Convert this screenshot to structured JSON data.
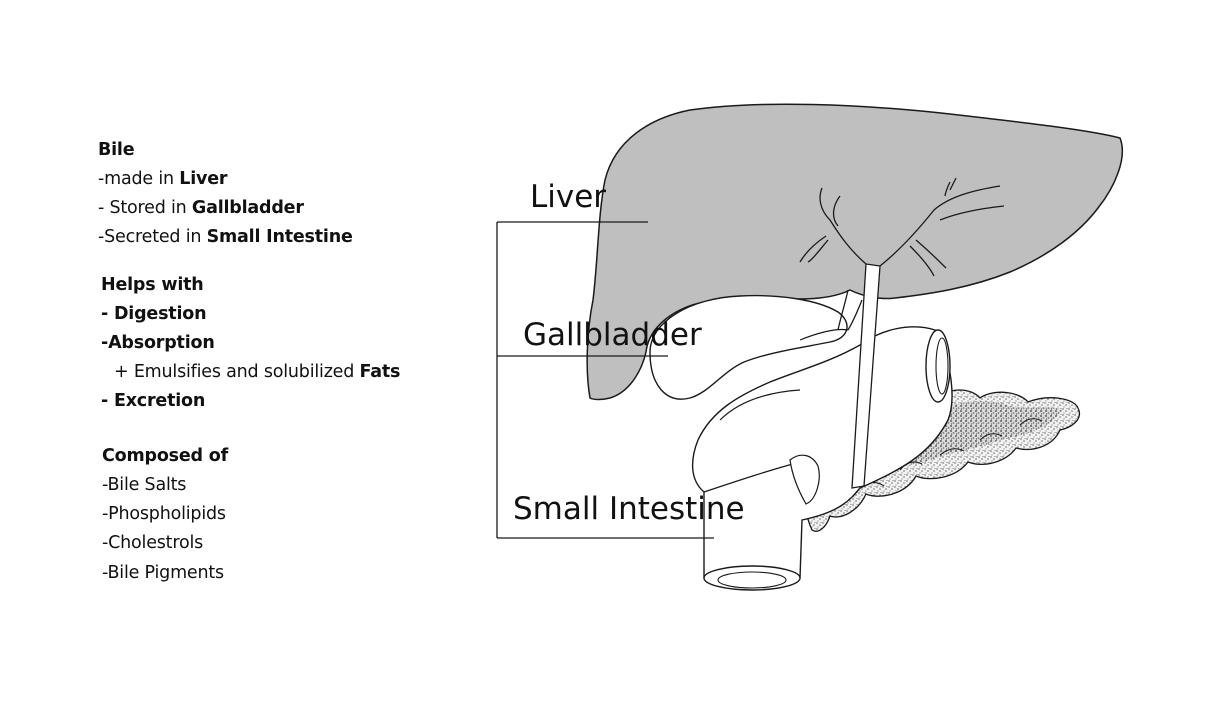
{
  "notes": {
    "bile": {
      "heading": "Bile",
      "items": [
        {
          "pre": "-made in ",
          "bold": "Liver"
        },
        {
          "pre": "- Stored in ",
          "bold": "Gallbladder"
        },
        {
          "pre": "-Secreted in ",
          "bold": "Small Intestine"
        }
      ]
    },
    "helps": {
      "heading": "Helps with",
      "items": [
        {
          "pre": "",
          "bold": "- Digestion"
        },
        {
          "pre": "",
          "bold": "-Absorption"
        },
        {
          "pre": "+ Emulsifies and solubilized ",
          "bold": "Fats"
        },
        {
          "pre": "",
          "bold": "- Excretion"
        }
      ]
    },
    "composed": {
      "heading": "Composed of",
      "items": [
        "-Bile Salts",
        "-Phospholipids",
        "-Cholestrols",
        "-Bile Pigments"
      ]
    }
  },
  "diagram": {
    "labels": {
      "liver": "Liver",
      "gallbladder": "Gallbladder",
      "small_intestine": "Small Intestine"
    },
    "colors": {
      "liver_fill": "#bfbfbf",
      "outline": "#1a1a1a",
      "pancreas_fill": "#e6e6e6"
    }
  }
}
